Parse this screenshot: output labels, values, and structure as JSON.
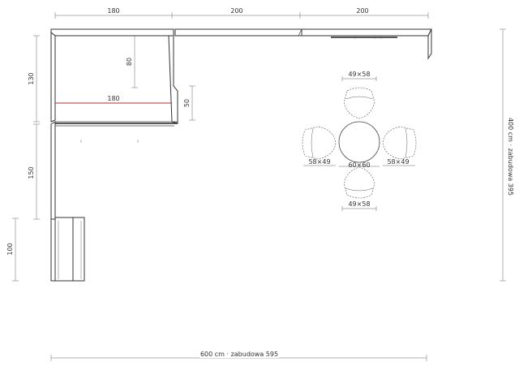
{
  "dimensions": {
    "top": [
      "180",
      "200",
      "200"
    ],
    "left": [
      "130",
      "150",
      "100"
    ],
    "inner_height": "80",
    "inner_width": "180",
    "side_depth": "50",
    "overall_width": "600 cm · zabudowa 595",
    "overall_height": "400 cm · zabudowa 395"
  },
  "dining": {
    "chair_top": "49×58",
    "chair_left": "58×49",
    "table": "60×60",
    "chair_right": "58×49",
    "chair_bottom": "49×58"
  }
}
